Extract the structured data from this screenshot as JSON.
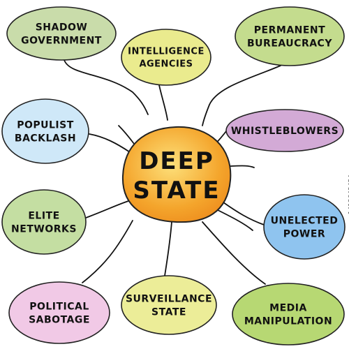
{
  "center": {
    "lines": [
      "DEEP",
      "STATE"
    ],
    "fill": "#f4a52c"
  },
  "nodes": [
    {
      "id": "shadow-government",
      "lines": [
        "SHADOW",
        "GOVERNMENT"
      ],
      "fill": "#c9dcaa"
    },
    {
      "id": "intelligence-agencies",
      "lines": [
        "INTELLIGENCE",
        "AGENCIES"
      ],
      "fill": "#eaeb8e"
    },
    {
      "id": "permanent-bureaucracy",
      "lines": [
        "PERMANENT",
        "BUREAUCRACY"
      ],
      "fill": "#c4dc8e"
    },
    {
      "id": "populist-backlash",
      "lines": [
        "POPULIST",
        "BACKLASH"
      ],
      "fill": "#cfe8f8"
    },
    {
      "id": "whistleblowers",
      "lines": [
        "WHISTLEBLOWERS"
      ],
      "fill": "#d3aad6"
    },
    {
      "id": "elite-networks",
      "lines": [
        "ELITE",
        "NETWORKS"
      ],
      "fill": "#c4dea2"
    },
    {
      "id": "unelected-power",
      "lines": [
        "UNELECTED",
        "POWER"
      ],
      "fill": "#8fc4ef"
    },
    {
      "id": "political-sabotage",
      "lines": [
        "POLITICAL",
        "SABOTAGE"
      ],
      "fill": "#f1c9e6"
    },
    {
      "id": "surveillance-state",
      "lines": [
        "SURVEILLANCE",
        "STATE"
      ],
      "fill": "#eced98"
    },
    {
      "id": "media-manipulation",
      "lines": [
        "MEDIA",
        "MANIPULATION"
      ],
      "fill": "#b7d873"
    }
  ],
  "stock_id": "1413642454"
}
